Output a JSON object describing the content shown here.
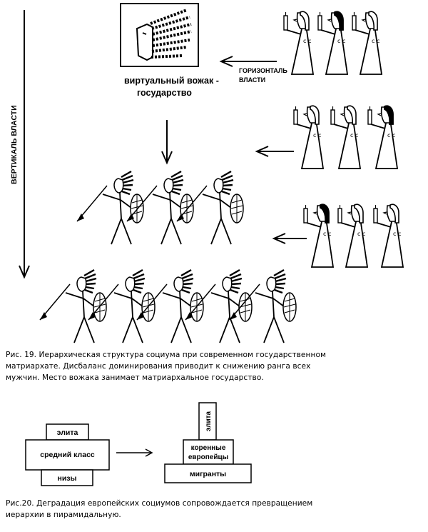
{
  "figure19": {
    "leader_label_line1": "виртуальный вожак -",
    "leader_label_line2": "государство",
    "horizontal_label_line1": "ГОРИЗОНТАЛЬ",
    "horizontal_label_line2": "ВЛАСТИ",
    "vertical_label": "ВЕРТИКАЛЬ ВЛАСТИ",
    "caption_lines": [
      "Рис. 19. Иерархическая структура социума при современном государственном",
      "матриархате. Дисбаланс доминирования приводит к снижению ранга всех",
      "мужчин. Место вожака занимает матриархальное государство."
    ]
  },
  "figure20": {
    "left_boxes": {
      "top": "элита",
      "middle": "средний класс",
      "bottom": "низы"
    },
    "right_boxes": {
      "top": "элита",
      "middle_line1": "коренные",
      "middle_line2": "европейцы",
      "bottom": "мигранты"
    },
    "caption_lines": [
      "Рис.20.  Деградация европейских социумов сопровождается превращением",
      "иерархии в пирамидальную."
    ]
  }
}
